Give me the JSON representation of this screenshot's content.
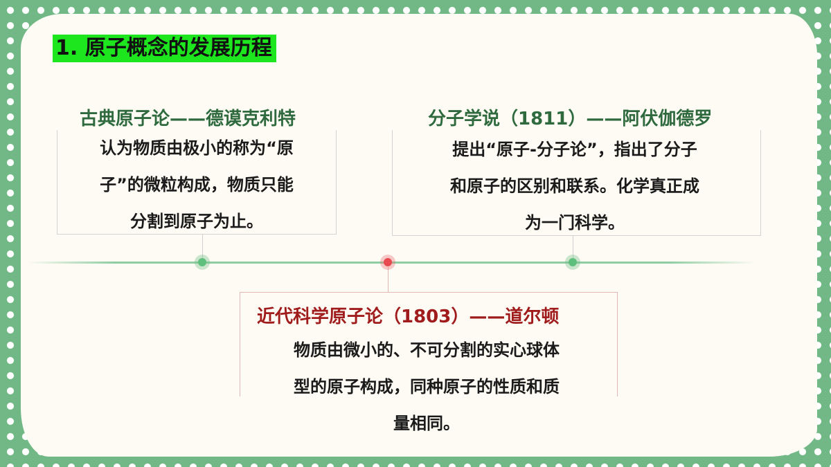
{
  "slide": {
    "title": "1. 原子概念的发展历程"
  },
  "events": {
    "left": {
      "heading": "古典原子论——德谟克利特",
      "lines": [
        "认为物质由极小的称为“原",
        "子”的微粒构成，物质只能",
        "分割到原子为止。"
      ]
    },
    "right": {
      "heading": "分子学说（1811）——阿伏伽德罗",
      "lines": [
        "提出“原子-分子论”，指出了分子",
        "和原子的区别和联系。化学真正成",
        "为一门科学。"
      ]
    },
    "bottom": {
      "heading": "近代科学原子论（1803）——道尔顿",
      "lines": [
        "物质由微小的、不可分割的实心球体",
        "型的原子构成，同种原子的性质和质",
        "量相同。"
      ]
    }
  },
  "colors": {
    "frame": "#72b886",
    "title_highlight": "#1ee61e",
    "heading_green": "#2f6a3f",
    "heading_red": "#a01c1c",
    "node_green": "#5fbf7d",
    "node_red": "#e84a50"
  }
}
